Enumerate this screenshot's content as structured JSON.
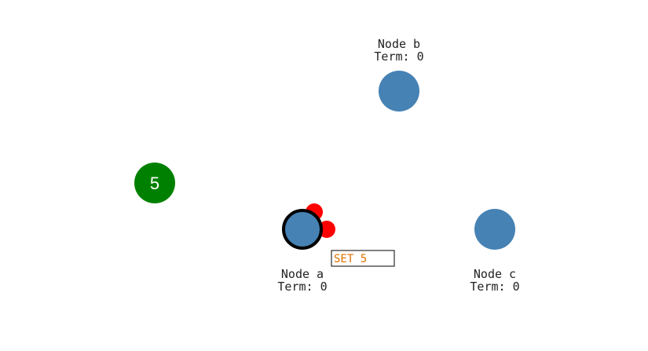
{
  "client": {
    "value": "5",
    "color": "#008000"
  },
  "nodes": [
    {
      "id": "a",
      "name": "Node a",
      "term": "Term: 0",
      "color": "#4682b4",
      "highlighted": true
    },
    {
      "id": "b",
      "name": "Node b",
      "term": "Term: 0",
      "color": "#4682b4",
      "highlighted": false
    },
    {
      "id": "c",
      "name": "Node c",
      "term": "Term: 0",
      "color": "#4682b4",
      "highlighted": false
    }
  ],
  "messages": [
    {
      "from": "a",
      "color": "#ff0000"
    },
    {
      "from": "a",
      "color": "#ff0000"
    }
  ],
  "log_entry": {
    "node": "a",
    "text": "SET 5",
    "color": "#e07000"
  }
}
